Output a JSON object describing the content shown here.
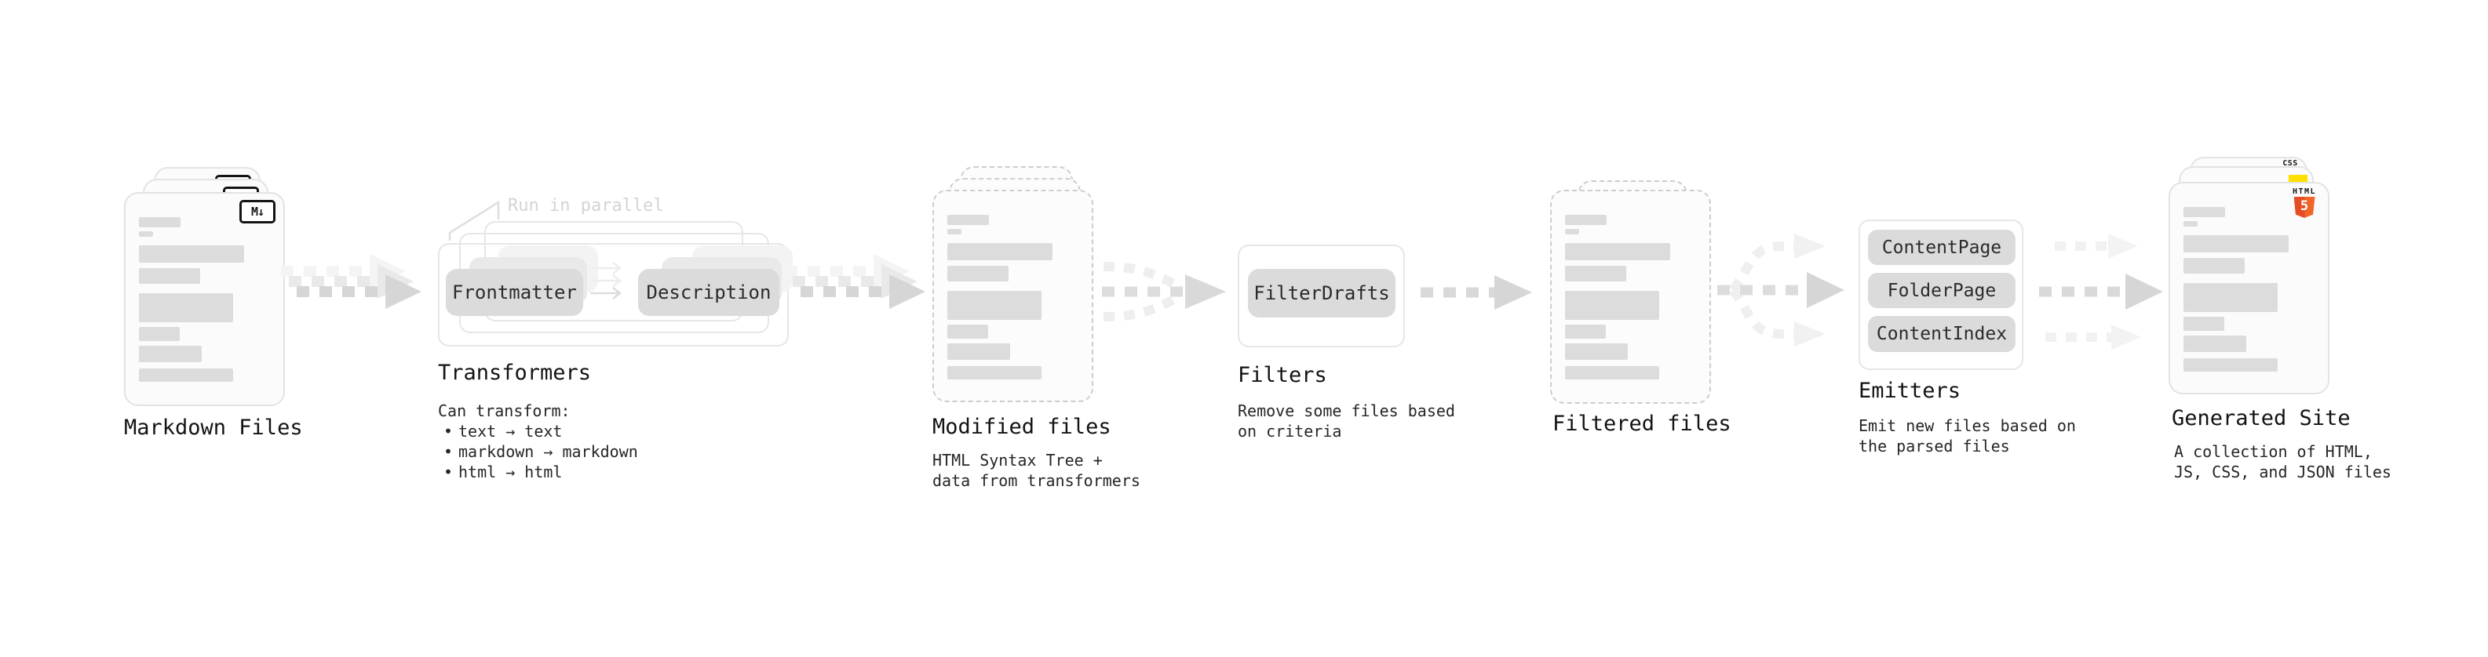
{
  "diagram": {
    "markdown_files": {
      "label": "Markdown Files",
      "icon": "markdown-icon",
      "icon_text": "M↓"
    },
    "transformers": {
      "label": "Transformers",
      "note": "Run in parallel",
      "pills": [
        "Frontmatter",
        "Description"
      ],
      "desc_title": "Can transform:",
      "bullet_char": "•",
      "bullets": [
        "text → text",
        "markdown → markdown",
        "html → html"
      ]
    },
    "modified_files": {
      "label": "Modified files",
      "desc_line1": "HTML Syntax Tree +",
      "desc_line2": "data from transformers"
    },
    "filters": {
      "label": "Filters",
      "pill": "FilterDrafts",
      "desc_line1": "Remove some files based",
      "desc_line2": "on criteria"
    },
    "filtered_files": {
      "label": "Filtered files"
    },
    "emitters": {
      "label": "Emitters",
      "pills": [
        "ContentPage",
        "FolderPage",
        "ContentIndex"
      ],
      "desc_line1": "Emit new files based on",
      "desc_line2": "the parsed files"
    },
    "generated_site": {
      "label": "Generated Site",
      "desc_line1": "A collection of HTML,",
      "desc_line2": "JS, CSS, and JSON files",
      "badges": {
        "css": "CSS",
        "html": "HTML",
        "html_number": "5"
      }
    },
    "colors": {
      "arrow_gray": "#d6d6d6",
      "card_border": "#e3e3e3",
      "dashed_border": "#cdcdcd",
      "pill_gray": "#dbdbdb",
      "css_blue": "#2965f1",
      "js_yellow": "#ffdf00",
      "html_orange_left": "#e44d26",
      "html_orange_right": "#f16529",
      "muted_note": "#d4d4d4"
    }
  }
}
